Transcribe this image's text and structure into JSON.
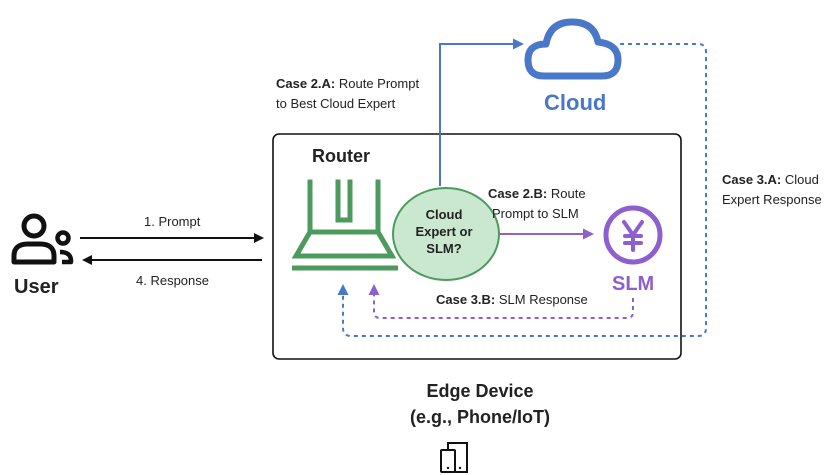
{
  "colors": {
    "cloud": "#4a78c8",
    "router": "#4c9a5e",
    "router_fill": "#c9e8cf",
    "slm": "#8e5fcf",
    "arrow": "#111111"
  },
  "user": {
    "label": "User",
    "icon": "users-icon"
  },
  "prompt_label": "1. Prompt",
  "response_label": "4. Response",
  "router": {
    "label": "Router",
    "icon": "router-icon"
  },
  "decision": {
    "line1": "Cloud",
    "line2": "Expert or",
    "line3": "SLM?"
  },
  "cloud": {
    "label": "Cloud",
    "icon": "cloud-icon"
  },
  "slm": {
    "label": "SLM",
    "icon": "yen-coin-icon"
  },
  "case_2a": {
    "tag": "Case 2.A:",
    "text1": "Route Prompt",
    "text2": "to Best Cloud Expert"
  },
  "case_2b": {
    "tag": "Case 2.B:",
    "text1": "Route",
    "text2": "Prompt to SLM"
  },
  "case_3a": {
    "tag": "Case 3.A:",
    "text1": "Cloud",
    "text2": "Expert Response"
  },
  "case_3b": {
    "tag": "Case 3.B:",
    "text": "SLM Response"
  },
  "edge_device": {
    "line1": "Edge Device",
    "line2": "(e.g., Phone/IoT)",
    "icon": "devices-icon"
  }
}
